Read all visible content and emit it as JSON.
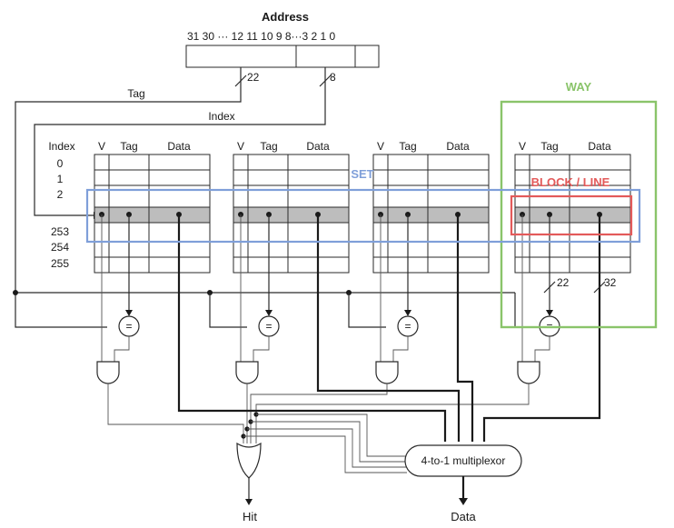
{
  "address": {
    "title": "Address",
    "bits": "31 30 ··· 12 11 10 9 8···3 2 1 0"
  },
  "bus_labels": {
    "tag_width": "22",
    "index_width": "8",
    "tag": "Tag",
    "index": "Index",
    "tag_out_width": "22",
    "data_out_width": "32"
  },
  "table": {
    "index_header": "Index",
    "col_v": "V",
    "col_tag": "Tag",
    "col_data": "Data",
    "rows": [
      "0",
      "1",
      "2",
      "253",
      "254",
      "255"
    ]
  },
  "annotations": {
    "way": "WAY",
    "set": "SET",
    "block": "BLOCK / LINE",
    "colors": {
      "way": "#8ac46a",
      "set": "#7f9fd9",
      "block": "#e35a5a",
      "row_fill": "#bdbdbd"
    }
  },
  "components": {
    "comparator_symbol": "=",
    "mux": "4-to-1 multiplexor"
  },
  "outputs": {
    "hit": "Hit",
    "data": "Data"
  }
}
